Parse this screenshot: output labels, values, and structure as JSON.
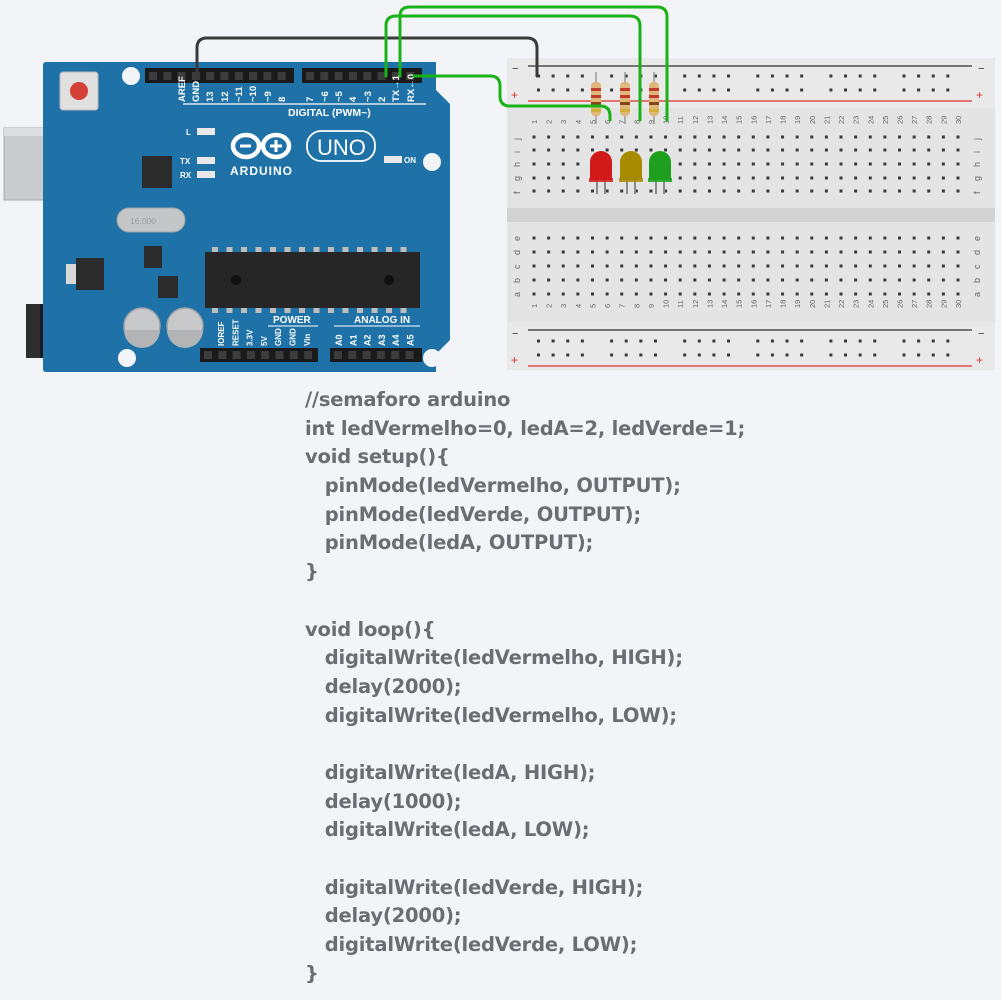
{
  "board": {
    "brand": "ARDUINO",
    "model": "UNO",
    "header_top_left": [
      "AREF",
      "GND",
      "13",
      "12",
      "~11",
      "~10",
      "~9",
      "8"
    ],
    "header_top_right": [
      "7",
      "~6",
      "~5",
      "4",
      "~3",
      "2",
      "TX→1",
      "RX←0"
    ],
    "digital_label": "DIGITAL (PWM~)",
    "power_label": "POWER",
    "analog_label": "ANALOG IN",
    "power_pins": [
      "IOREF",
      "RESET",
      "3.3V",
      "5V",
      "GND",
      "GND",
      "Vin"
    ],
    "analog_pins": [
      "A0",
      "A1",
      "A2",
      "A3",
      "A4",
      "A5"
    ],
    "led_labels": {
      "l": "L",
      "tx": "TX",
      "rx": "RX",
      "on": "ON"
    },
    "crystal_label": "16.000"
  },
  "breadboard": {
    "columns": [
      "1",
      "2",
      "3",
      "4",
      "5",
      "6",
      "7",
      "8",
      "9",
      "10",
      "11",
      "12",
      "13",
      "14",
      "15",
      "16",
      "17",
      "18",
      "19",
      "20",
      "21",
      "22",
      "23",
      "24",
      "25",
      "26",
      "27",
      "28",
      "29",
      "30"
    ],
    "rows_top": [
      "j",
      "i",
      "h",
      "g",
      "f"
    ],
    "rows_bottom": [
      "e",
      "d",
      "c",
      "b",
      "a"
    ],
    "rail_minus": "−",
    "rail_plus": "+"
  },
  "components": {
    "leds": [
      {
        "color_name": "red",
        "color": "#d11a1a"
      },
      {
        "color_name": "yellow",
        "color": "#a88a00"
      },
      {
        "color_name": "green",
        "color": "#1ea01e"
      }
    ],
    "wire_colors": {
      "ground": "#3a3a3a",
      "signal": "#19b319"
    }
  },
  "code": {
    "lines": [
      "//semaforo arduino",
      "int ledVermelho=0, ledA=2, ledVerde=1;",
      "void setup(){",
      "   pinMode(ledVermelho, OUTPUT);",
      "   pinMode(ledVerde, OUTPUT);",
      "   pinMode(ledA, OUTPUT);",
      "}",
      "",
      "void loop(){",
      "   digitalWrite(ledVermelho, HIGH);",
      "   delay(2000);",
      "   digitalWrite(ledVermelho, LOW);",
      "",
      "   digitalWrite(ledA, HIGH);",
      "   delay(1000);",
      "   digitalWrite(ledA, LOW);",
      "",
      "   digitalWrite(ledVerde, HIGH);",
      "   delay(2000);",
      "   digitalWrite(ledVerde, LOW);",
      "}"
    ]
  }
}
